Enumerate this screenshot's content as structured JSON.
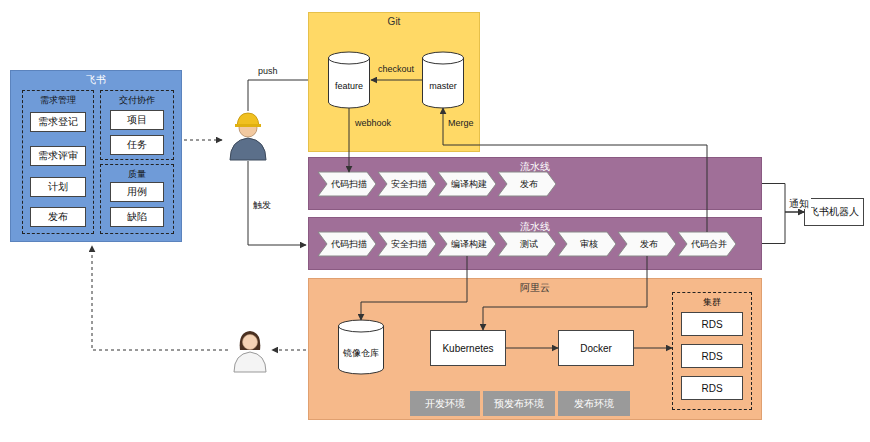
{
  "diagram": {
    "nodes": [
      {
        "text": [
          "飞书"
        ]
      },
      {
        "text": [
          "需求管理"
        ],
        "in": 0
      },
      {
        "text": [
          "需求登记"
        ],
        "in": 1
      },
      {
        "text": [
          "需求评审"
        ],
        "in": 1
      },
      {
        "text": [
          "计划"
        ],
        "in": 1
      },
      {
        "text": [
          "发布"
        ],
        "in": 1
      },
      {
        "text": [
          "交付协作"
        ],
        "in": 0
      },
      {
        "text": [
          "项目"
        ],
        "in": 6
      },
      {
        "text": [
          "任务"
        ],
        "in": 6
      },
      {
        "text": [
          "质量"
        ],
        "in": 0
      },
      {
        "text": [
          "用例"
        ],
        "in": 9
      },
      {
        "text": [
          "缺陷"
        ],
        "in": 9
      },
      {
        "text": [
          "Git"
        ]
      },
      {
        "text": [
          "feature"
        ],
        "in": 12
      },
      {
        "text": [
          "master"
        ],
        "in": 12
      },
      {
        "text": [
          "流水线"
        ]
      },
      {
        "text": [
          "代码扫描"
        ],
        "in": 15
      },
      {
        "text": [
          "安全扫描"
        ],
        "in": 15
      },
      {
        "text": [
          "编译构建"
        ],
        "in": 15
      },
      {
        "text": [
          "发布"
        ],
        "in": 15
      },
      {
        "text": [
          "流水线"
        ]
      },
      {
        "text": [
          "代码扫描"
        ],
        "in": 20
      },
      {
        "text": [
          "安全扫描"
        ],
        "in": 20
      },
      {
        "text": [
          "编译构建"
        ],
        "in": 20
      },
      {
        "text": [
          "测试"
        ],
        "in": 20
      },
      {
        "text": [
          "审核"
        ],
        "in": 20
      },
      {
        "text": [
          "发布"
        ],
        "in": 20
      },
      {
        "text": [
          "代码合并"
        ],
        "in": 20
      },
      {
        "text": [
          "飞书机器人"
        ]
      },
      {
        "text": [
          "阿里云"
        ]
      },
      {
        "text": [
          "镜像仓库"
        ],
        "in": 29
      },
      {
        "text": [
          "Kubernetes"
        ],
        "in": 29
      },
      {
        "text": [
          "Docker"
        ],
        "in": 29
      },
      {
        "text": [
          "集群"
        ],
        "in": 29
      },
      {
        "text": [
          "RDS"
        ],
        "in": 33
      },
      {
        "text": [
          "RDS"
        ],
        "in": 33
      },
      {
        "text": [
          "RDS"
        ],
        "in": 33
      },
      {
        "text": [
          "开发环境"
        ],
        "in": 29
      },
      {
        "text": [
          "预发布环境"
        ],
        "in": 29
      },
      {
        "text": [
          "发布环境"
        ],
        "in": 29
      }
    ],
    "edges": [
      {
        "from": 14,
        "to": 13,
        "label": "checkout",
        "arrow": "to"
      },
      {
        "from": 13,
        "to": 16,
        "label": "webhook",
        "arrow": "to"
      },
      {
        "from": 27,
        "to": 14,
        "label": "Merge",
        "arrow": "to"
      },
      {
        "from": 15,
        "to": 28,
        "label": "通知",
        "arrow": "to"
      },
      {
        "from": 20,
        "to": 28,
        "arrow": "to"
      },
      {
        "from": 23,
        "to": 30,
        "arrow": "to"
      },
      {
        "from": 26,
        "to": 31,
        "arrow": "to"
      },
      {
        "from": 31,
        "to": 32,
        "arrow": "to"
      },
      {
        "from": 32,
        "to": 33,
        "arrow": "to"
      }
    ],
    "labels": [
      "push",
      "触发"
    ]
  }
}
